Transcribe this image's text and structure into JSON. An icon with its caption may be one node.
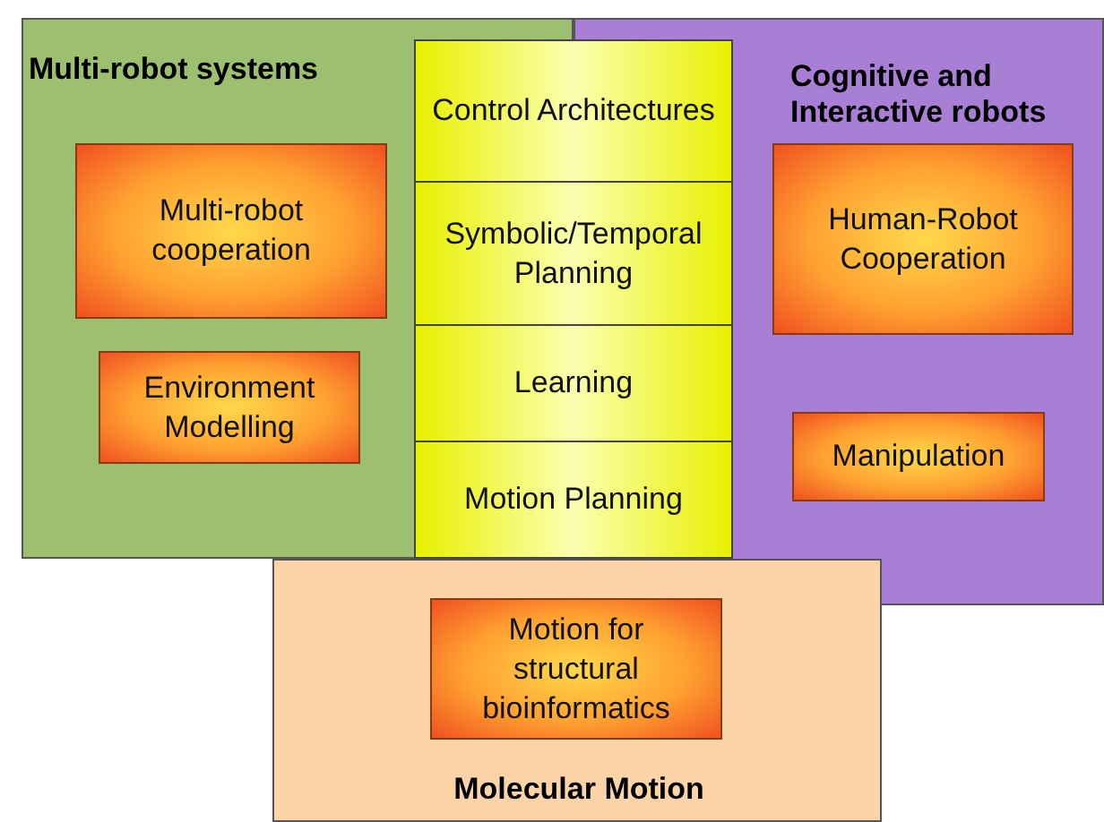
{
  "diagram": {
    "nodes": [
      {
        "text": [
          "Multi-robot systems"
        ]
      },
      {
        "text": [
          "Multi-robot cooperation"
        ],
        "in": 0
      },
      {
        "text": [
          "Environment Modelling"
        ],
        "in": 0
      },
      {
        "text": [
          "Cognitive and Interactive robots"
        ]
      },
      {
        "text": [
          "Human-Robot Cooperation"
        ],
        "in": 3
      },
      {
        "text": [
          "Manipulation"
        ],
        "in": 3
      },
      {
        "text": [
          "Molecular Motion"
        ]
      },
      {
        "text": [
          "Motion for structural bioinformatics"
        ],
        "in": 6
      },
      {
        "text": [
          "Control Architectures"
        ]
      },
      {
        "text": [
          "Symbolic/Temporal Planning"
        ]
      },
      {
        "text": [
          "Learning"
        ]
      },
      {
        "text": [
          "Motion Planning"
        ]
      }
    ]
  }
}
